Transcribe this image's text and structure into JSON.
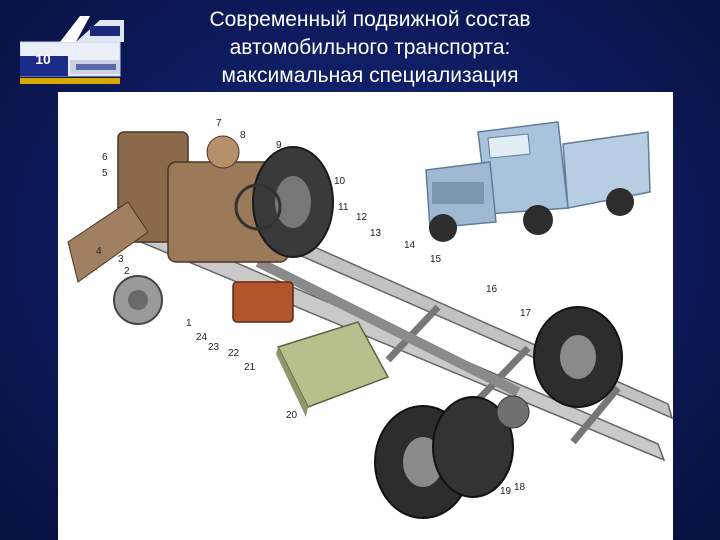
{
  "slide": {
    "number": "10",
    "title_lines": [
      "Современный подвижной состав",
      "автомобильного транспорта:",
      "максимальная специализация"
    ]
  },
  "figure": {
    "callouts": [
      "7",
      "8",
      "9",
      "6",
      "5",
      "10",
      "11",
      "12",
      "13",
      "4",
      "3",
      "2",
      "14",
      "15",
      "16",
      "17",
      "1",
      "24",
      "23",
      "22",
      "21",
      "20",
      "19",
      "18"
    ]
  },
  "colors": {
    "background": "#0f1d63",
    "truck_body": "#a9c3dc",
    "tire": "#2d2d2d",
    "engine": "#8a6a4a",
    "fuel_tank": "#b7bf8c"
  }
}
